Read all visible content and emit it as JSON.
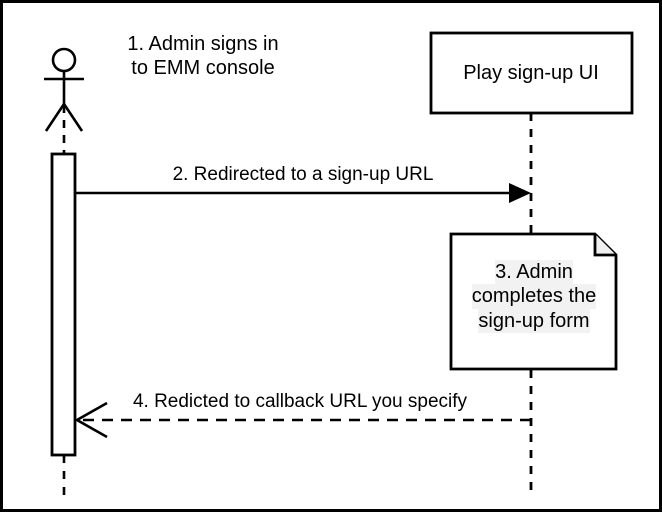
{
  "diagram": {
    "type": "uml-sequence-diagram",
    "border_color": "#000000",
    "background": "#ffffff",
    "line_color": "#000000",
    "note_fill": "#ffffff",
    "note_text_highlight": "#f2f2f2",
    "actor": {
      "icon": "stick-figure-actor-icon",
      "caption_line1": "1. Admin signs in",
      "caption_line2": "to EMM console"
    },
    "participant": {
      "label": "Play sign-up UI"
    },
    "messages": [
      {
        "number": "2",
        "label": "2. Redirected to a sign-up URL",
        "style": "solid",
        "arrowhead": "filled",
        "direction": "right"
      },
      {
        "number": "4",
        "label": "4. Redicted to callback URL you specify",
        "style": "dashed",
        "arrowhead": "open",
        "direction": "left"
      }
    ],
    "note": {
      "line1": "3. Admin",
      "line2": "completes the",
      "line3": "sign-up form"
    }
  }
}
